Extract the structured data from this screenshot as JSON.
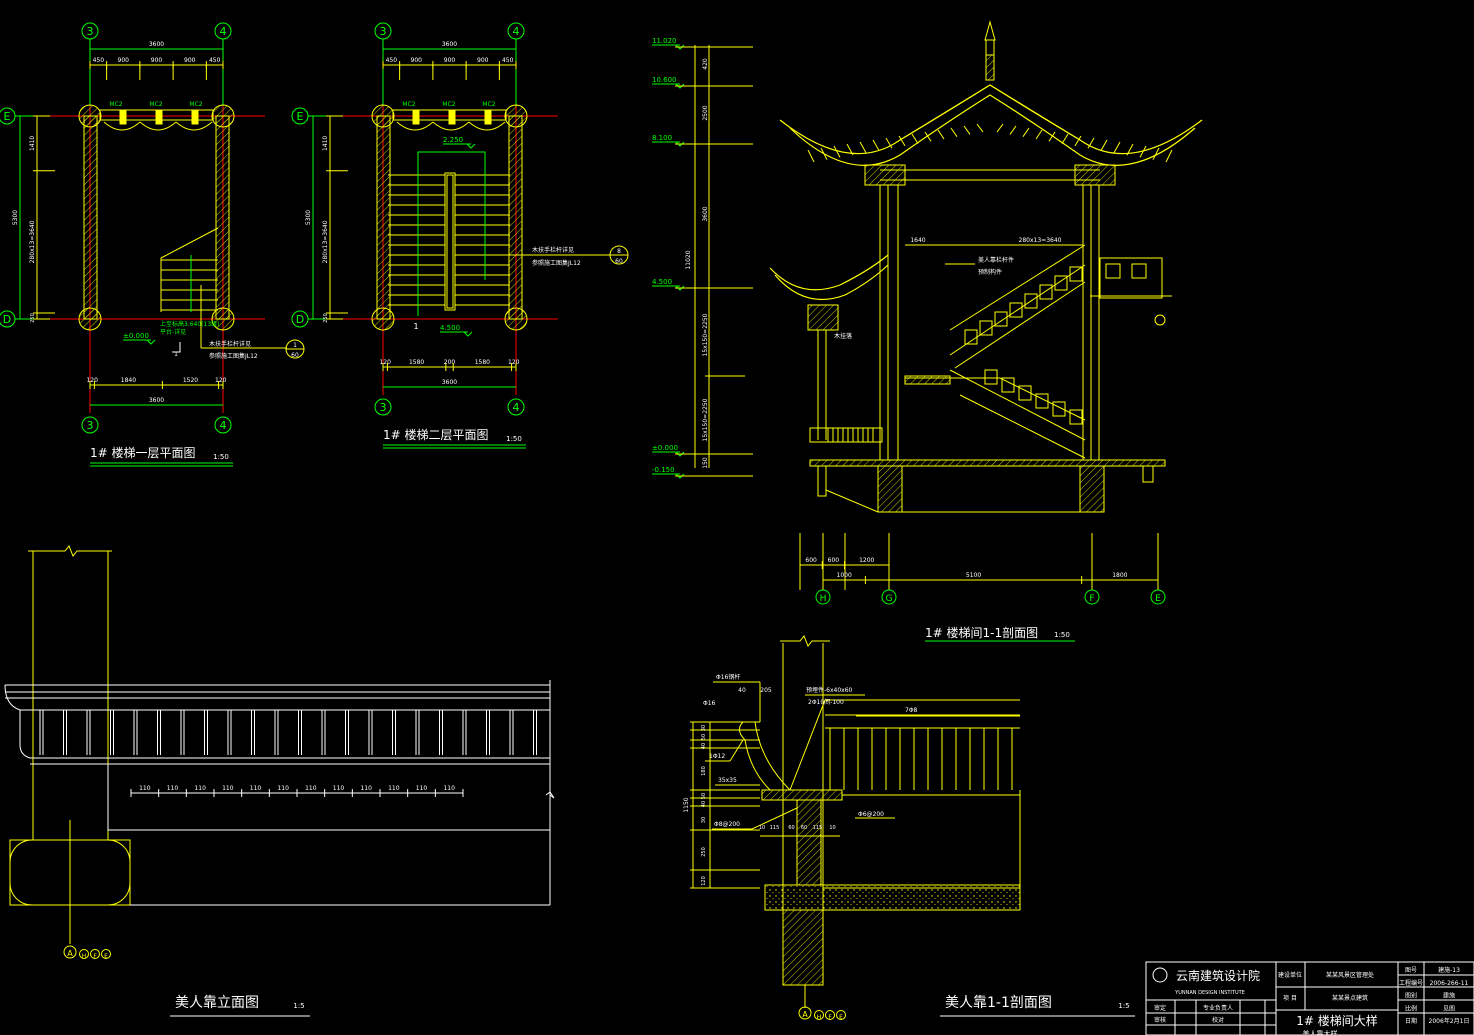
{
  "colors": {
    "background": "#000000",
    "line": "#ffff00",
    "axis": "#00ff00",
    "centerline": "#ff0000",
    "text": "#ffffff"
  },
  "plans": [
    {
      "title": "1# 楼梯一层平面图",
      "scale": "1:50",
      "axis_left": "3",
      "axis_right": "4",
      "axis_top": "E",
      "axis_bottom": "D",
      "dim_top_total": "3600",
      "dims_top": [
        "450",
        "900",
        "900",
        "900",
        "450"
      ],
      "dim_left_total": "5300",
      "dims_left": [
        "1410",
        "280x13=3640",
        "250"
      ],
      "dims_bottom": [
        "120",
        "1840",
        "1520",
        "120"
      ],
      "dim_bottom_total": "3600",
      "door_labels": [
        "MC2",
        "MC2",
        "MC2"
      ],
      "level": "±0.000",
      "stair_notes": [
        "上至标高3.640(13级)",
        "平台-详见"
      ],
      "section_mark": "1",
      "leader_note": [
        "木扶手栏杆详见",
        "参照施工图集JL12"
      ],
      "callout": {
        "top": "1",
        "bottom": "60"
      }
    },
    {
      "title": "1# 楼梯二层平面图",
      "scale": "1:50",
      "axis_left": "3",
      "axis_right": "4",
      "axis_top": "E",
      "axis_bottom": "D",
      "dim_top_total": "3600",
      "dims_top": [
        "450",
        "900",
        "900",
        "900",
        "450"
      ],
      "dim_left_total": "5300",
      "dims_left": [
        "1410",
        "280x13=3640",
        "250"
      ],
      "dims_bottom": [
        "120",
        "1580",
        "200",
        "1580",
        "120"
      ],
      "dim_bottom_total": "3600",
      "door_labels": [
        "MC2",
        "MC2",
        "MC2"
      ],
      "level_top": "2.250",
      "level": "4.500",
      "section_mark": "1",
      "leader_note": [
        "木扶手栏杆详见",
        "参照施工图集JL12"
      ],
      "callout": {
        "top": "8",
        "bottom": "60"
      },
      "callout_left": {
        "top": "1",
        "bottom": "60"
      }
    }
  ],
  "section": {
    "title": "1# 楼梯间1-1剖面图",
    "scale": "1:50",
    "levels": [
      "11.020",
      "10.600",
      "8.100",
      "4.500",
      "±0.000",
      "-0.150"
    ],
    "vertical_dims": [
      "420",
      "2500",
      "3600",
      "15x150=2250",
      "15x150=2250",
      "150"
    ],
    "vertical_total": "11020",
    "dims_top_row": [
      "600",
      "600",
      "1200"
    ],
    "dims_bottom_row": [
      "1000",
      "5100",
      "1800"
    ],
    "axes": [
      "H",
      "G",
      "F",
      "E"
    ],
    "annotations": [
      "1640",
      "280x13=3640",
      "美人靠栏杆件",
      "预制构件",
      "木挂落"
    ]
  },
  "elevation": {
    "title": "美人靠立面图",
    "scale": "1:5",
    "dims": [
      "110",
      "110",
      "110",
      "110",
      "110",
      "110",
      "110",
      "110",
      "110",
      "110",
      "110",
      "110"
    ],
    "axis_main": "A",
    "axis_others": [
      "H",
      "F",
      "E"
    ]
  },
  "detail": {
    "title": "美人靠1-1剖面图",
    "scale": "1:5",
    "labels": [
      "Φ16钢杆",
      "Φ16",
      "40",
      "205",
      "预埋件-6x40x60",
      "2Φ10间-100",
      "7Φ8",
      "1Φ12",
      "35x35",
      "Φ8@200",
      "Φ6@200"
    ],
    "vertical_dims": [
      "30",
      "50",
      "40",
      "180",
      "50",
      "40",
      "30",
      "250",
      "120"
    ],
    "vertical_total": "1150",
    "bottom_dims": [
      "10",
      "115",
      "60",
      "60",
      "115",
      "10"
    ],
    "axis_main": "A",
    "axis_others": [
      "H",
      "F",
      "E"
    ]
  },
  "title_block": {
    "institute": "云南建筑设计院",
    "institute_en": "YUNNAN DESIGN INSTITUTE",
    "client_label": "建设单位",
    "client": "某某风景区管理处",
    "project_label": "项 目",
    "project": "某某景点建筑",
    "roles": [
      "审定",
      "审核",
      "专业负责人",
      "校对"
    ],
    "drawing_title": "1# 楼梯间大样",
    "drawing_subtitle": "美人靠大样",
    "fields": [
      {
        "label": "图号",
        "value": "建施-13"
      },
      {
        "label": "工程编号",
        "value": "2006-266-11"
      },
      {
        "label": "图别",
        "value": "建施"
      },
      {
        "label": "比例",
        "value": "见图"
      },
      {
        "label": "日期",
        "value": "2006年2月1日"
      }
    ]
  }
}
